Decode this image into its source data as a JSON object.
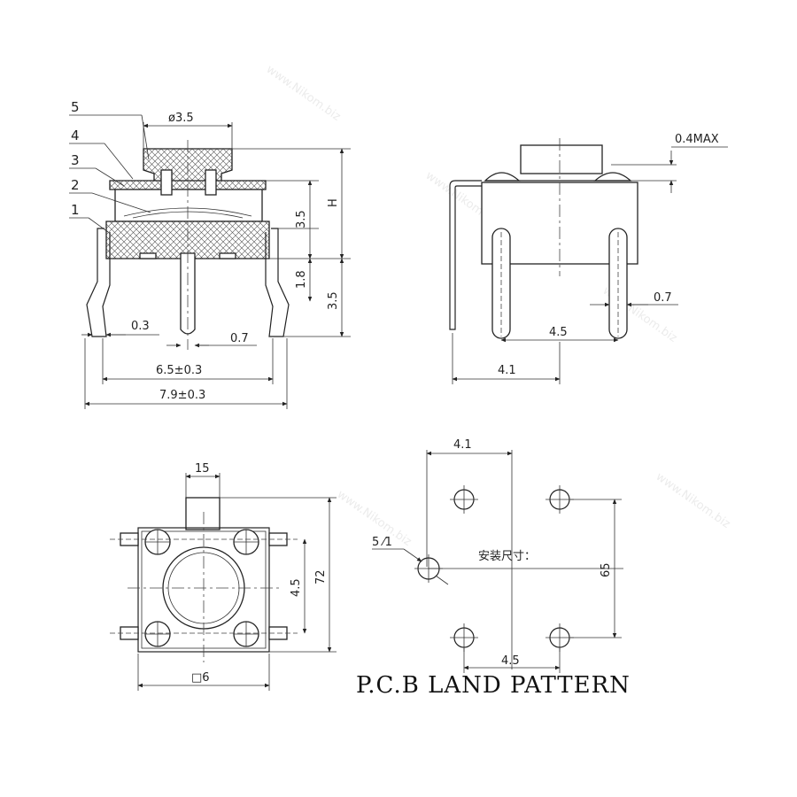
{
  "labels": {
    "callouts": [
      "5",
      "4",
      "3",
      "2",
      "1"
    ],
    "dia": "ø3.5",
    "h": "H",
    "d35a": "3.5",
    "d18": "1.8",
    "d35b": "3.5",
    "d03": "0.3",
    "d07a": "0.7",
    "d65": "6.5±0.3",
    "d79": "7.9±0.3",
    "d04max": "0.4MAX",
    "d07b": "0.7",
    "d45a": "4.5",
    "d41a": "4.1",
    "d15": "15",
    "d72": "72",
    "d45b": "4.5",
    "dsq6": "□6",
    "d41b": "4.1",
    "d5x1": "5 ⁄1",
    "mount": "安装尺寸：",
    "d65b": "65",
    "d45c": "4.5"
  },
  "pcb_title": "P.C.B LAND   PATTERN",
  "watermark": "www.Nikom.biz"
}
